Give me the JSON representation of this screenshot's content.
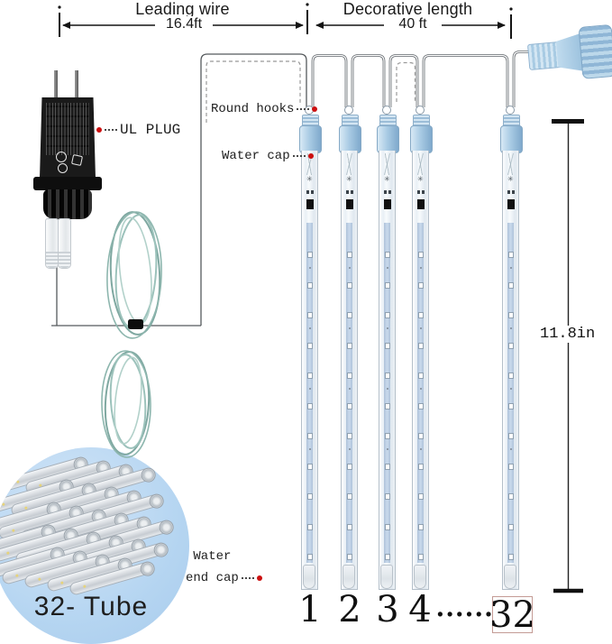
{
  "colors": {
    "accent_red": "#cc1010",
    "circle_blue": "#b5d5f1",
    "water_cap_blue": "#a9cbe4",
    "wire_gray": "#55595c",
    "number_box_border": "#c49b95"
  },
  "dimensions": {
    "leading_wire": {
      "label": "Leading wire",
      "value": "16.4ft"
    },
    "decorative_length": {
      "label": "Decorative length",
      "value": "40 ft"
    },
    "tube_length": {
      "value": "11.8in"
    }
  },
  "callouts": {
    "ul_plug": "UL PLUG",
    "round_hooks": "Round hooks",
    "water_cap": "Water cap",
    "water_end_cap_line1": "Water",
    "water_end_cap_line2": "end cap"
  },
  "tube_row": {
    "numbers": [
      "1",
      "2",
      "3",
      "4"
    ],
    "ellipsis": "......",
    "last_tube_number": "32"
  },
  "bundle": {
    "caption": "32- Tube"
  }
}
